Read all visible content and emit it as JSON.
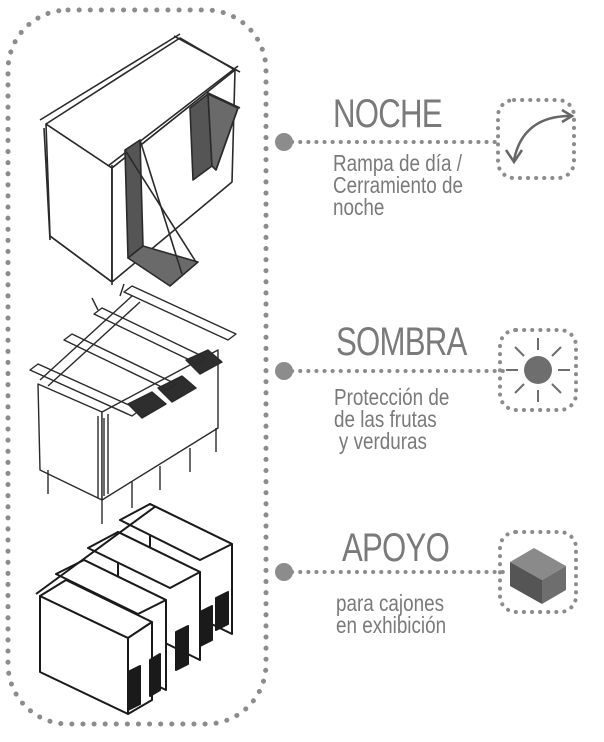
{
  "colors": {
    "outline": "#8c8c8c",
    "text": "#7a7a7a",
    "sketch": "#2a2a2a",
    "fill_dark": "#555555"
  },
  "sections": [
    {
      "title": "NOCHE",
      "desc_lines": [
        "Rampa de día /",
        "Cerramiento de",
        "noche"
      ],
      "icon": "curved-arrow-icon"
    },
    {
      "title": "SOMBRA",
      "desc_lines": [
        "Protección de",
        "de las frutas",
        "y verduras"
      ],
      "icon": "sun-icon"
    },
    {
      "title": "APOYO",
      "desc_lines": [
        "para cajones",
        "en exhibición"
      ],
      "icon": "box-icon"
    }
  ]
}
